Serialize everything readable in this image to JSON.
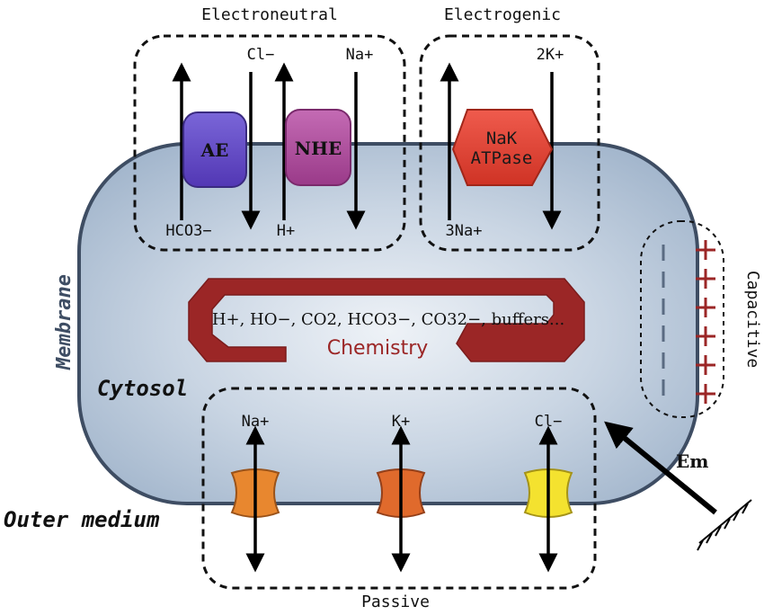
{
  "groups": {
    "electroneutral": "Electroneutral",
    "electrogenic": "Electrogenic",
    "passive": "Passive",
    "capacitive": "Capacitive"
  },
  "regions": {
    "membrane": "Membrane",
    "cytosol": "Cytosol",
    "outer_medium": "Outer medium"
  },
  "transporters": {
    "ae": "AE",
    "nhe": "NHE",
    "nak_line1": "NaK",
    "nak_line2": "ATPase"
  },
  "ions": {
    "cl_top": "Cl−",
    "na_top": "Na+",
    "k2_top": "2K+",
    "hco3_bottom": "HCO3−",
    "h_bottom": "H+",
    "na3_bottom": "3Na+",
    "passive_na": "Na+",
    "passive_k": "K+",
    "passive_cl": "Cl−"
  },
  "chemistry": {
    "species": "H+, HO−, CO2, HCO3−, CO32−, buffers...",
    "label": "Chemistry"
  },
  "potential": {
    "label": "Em"
  },
  "colors": {
    "cell_fill_center": "#e4ebf3",
    "cell_fill_edge": "#a9bcd2",
    "cell_stroke": "#3e4d63",
    "chemistry_red": "#9b2626",
    "ae_fill": "#6a4fc4",
    "nhe_fill": "#b04c9e",
    "nak_fill": "#e4473b",
    "channel_na": "#e8872f",
    "channel_k": "#e06a2c",
    "channel_cl": "#f4e22f",
    "plus_red": "#9b2626"
  }
}
